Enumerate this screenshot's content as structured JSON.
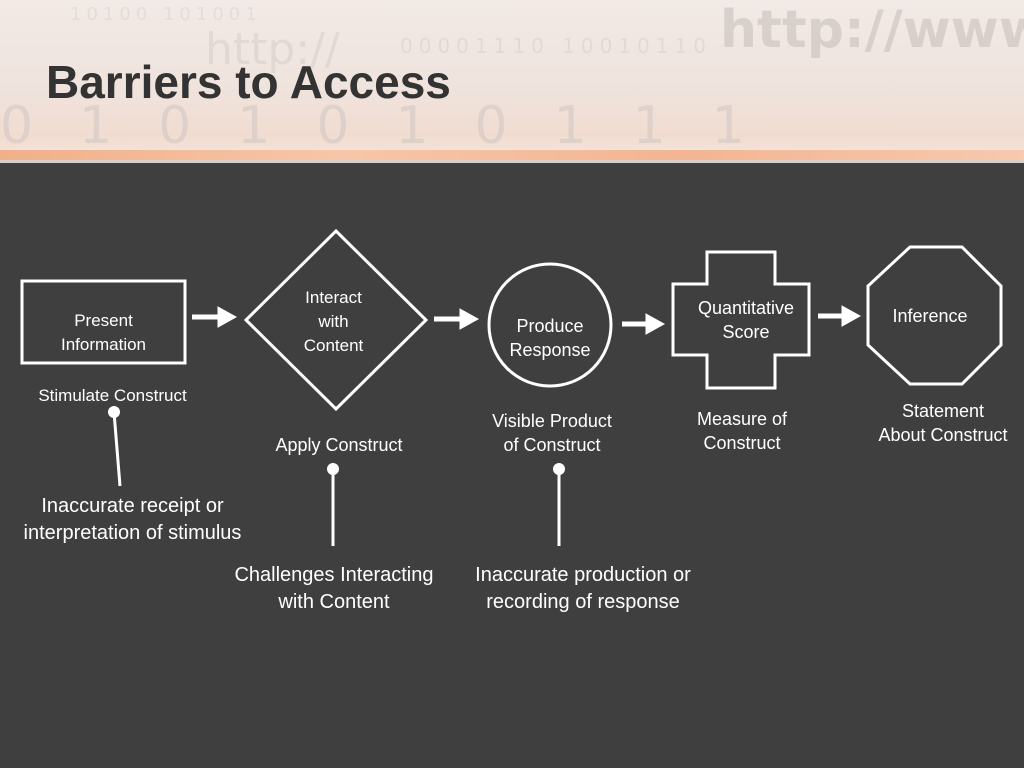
{
  "slide": {
    "title": "Barriers to Access"
  },
  "header": {
    "ghost_text": [
      "http://www",
      "http://",
      "0101010111",
      "00001110 10010110",
      "10100 101001"
    ]
  },
  "colors": {
    "background": "#3f3f3f",
    "header": "#efe3dd",
    "title_text": "#333333",
    "shape_stroke": "#ffffff",
    "text": "#ffffff"
  },
  "nodes": [
    {
      "id": "present",
      "shape": "rectangle",
      "lines": [
        "Present",
        "Information"
      ]
    },
    {
      "id": "interact",
      "shape": "diamond",
      "lines": [
        "Interact",
        "with",
        "Content"
      ]
    },
    {
      "id": "produce",
      "shape": "circle",
      "lines": [
        "Produce",
        "Response"
      ]
    },
    {
      "id": "quantitative",
      "shape": "cross",
      "lines": [
        "Quantitative",
        "Score"
      ]
    },
    {
      "id": "inference",
      "shape": "octagon",
      "lines": [
        "Inference"
      ]
    }
  ],
  "descriptions": [
    {
      "node": "present",
      "lines": [
        "Stimulate Construct"
      ]
    },
    {
      "node": "interact",
      "lines": [
        "Apply Construct"
      ]
    },
    {
      "node": "produce",
      "lines": [
        "Visible Product",
        "of Construct"
      ]
    },
    {
      "node": "quantitative",
      "lines": [
        "Measure of",
        "Construct"
      ]
    },
    {
      "node": "inference",
      "lines": [
        "Statement",
        "About Construct"
      ]
    }
  ],
  "barriers": [
    {
      "node": "present",
      "lines": [
        "Inaccurate receipt or",
        "interpretation of stimulus"
      ]
    },
    {
      "node": "interact",
      "lines": [
        "Challenges Interacting",
        "with Content"
      ]
    },
    {
      "node": "produce",
      "lines": [
        "Inaccurate production or",
        "recording of response"
      ]
    }
  ]
}
